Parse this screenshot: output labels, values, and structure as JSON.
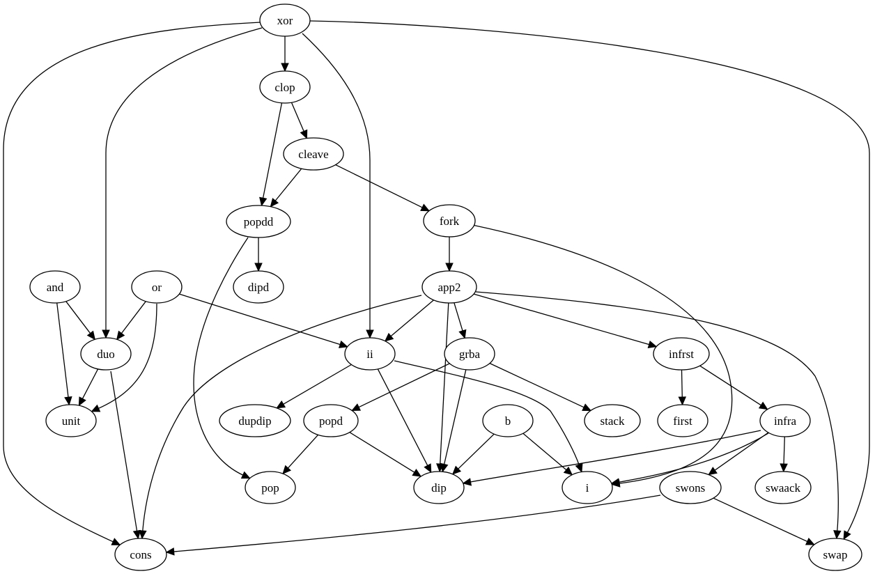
{
  "nodes": [
    {
      "id": "xor",
      "label": "xor"
    },
    {
      "id": "clop",
      "label": "clop"
    },
    {
      "id": "cleave",
      "label": "cleave"
    },
    {
      "id": "popdd",
      "label": "popdd"
    },
    {
      "id": "fork",
      "label": "fork"
    },
    {
      "id": "and",
      "label": "and"
    },
    {
      "id": "or",
      "label": "or"
    },
    {
      "id": "dipd",
      "label": "dipd"
    },
    {
      "id": "app2",
      "label": "app2"
    },
    {
      "id": "duo",
      "label": "duo"
    },
    {
      "id": "ii",
      "label": "ii"
    },
    {
      "id": "grba",
      "label": "grba"
    },
    {
      "id": "infrst",
      "label": "infrst"
    },
    {
      "id": "unit",
      "label": "unit"
    },
    {
      "id": "dupdip",
      "label": "dupdip"
    },
    {
      "id": "popd",
      "label": "popd"
    },
    {
      "id": "b",
      "label": "b"
    },
    {
      "id": "stack",
      "label": "stack"
    },
    {
      "id": "first",
      "label": "first"
    },
    {
      "id": "infra",
      "label": "infra"
    },
    {
      "id": "pop",
      "label": "pop"
    },
    {
      "id": "dip",
      "label": "dip"
    },
    {
      "id": "i",
      "label": "i"
    },
    {
      "id": "swons",
      "label": "swons"
    },
    {
      "id": "swaack",
      "label": "swaack"
    },
    {
      "id": "cons",
      "label": "cons"
    },
    {
      "id": "swap",
      "label": "swap"
    }
  ],
  "edges": [
    {
      "from": "xor",
      "to": "clop"
    },
    {
      "from": "xor",
      "to": "cons"
    },
    {
      "from": "xor",
      "to": "duo"
    },
    {
      "from": "xor",
      "to": "ii"
    },
    {
      "from": "xor",
      "to": "swap"
    },
    {
      "from": "clop",
      "to": "cleave"
    },
    {
      "from": "clop",
      "to": "popdd"
    },
    {
      "from": "cleave",
      "to": "popdd"
    },
    {
      "from": "cleave",
      "to": "fork"
    },
    {
      "from": "popdd",
      "to": "dipd"
    },
    {
      "from": "popdd",
      "to": "pop"
    },
    {
      "from": "fork",
      "to": "app2"
    },
    {
      "from": "fork",
      "to": "i"
    },
    {
      "from": "and",
      "to": "duo"
    },
    {
      "from": "and",
      "to": "unit"
    },
    {
      "from": "or",
      "to": "duo"
    },
    {
      "from": "or",
      "to": "unit"
    },
    {
      "from": "or",
      "to": "ii"
    },
    {
      "from": "app2",
      "to": "cons"
    },
    {
      "from": "app2",
      "to": "ii"
    },
    {
      "from": "app2",
      "to": "dip"
    },
    {
      "from": "app2",
      "to": "grba"
    },
    {
      "from": "app2",
      "to": "infrst"
    },
    {
      "from": "app2",
      "to": "swap"
    },
    {
      "from": "duo",
      "to": "unit"
    },
    {
      "from": "duo",
      "to": "cons"
    },
    {
      "from": "ii",
      "to": "dupdip"
    },
    {
      "from": "ii",
      "to": "dip"
    },
    {
      "from": "ii",
      "to": "i"
    },
    {
      "from": "grba",
      "to": "popd"
    },
    {
      "from": "grba",
      "to": "dip"
    },
    {
      "from": "grba",
      "to": "stack"
    },
    {
      "from": "infrst",
      "to": "first"
    },
    {
      "from": "infrst",
      "to": "infra"
    },
    {
      "from": "popd",
      "to": "pop"
    },
    {
      "from": "popd",
      "to": "dip"
    },
    {
      "from": "b",
      "to": "dip"
    },
    {
      "from": "b",
      "to": "i"
    },
    {
      "from": "infra",
      "to": "dip"
    },
    {
      "from": "infra",
      "to": "i"
    },
    {
      "from": "infra",
      "to": "swons"
    },
    {
      "from": "infra",
      "to": "swaack"
    },
    {
      "from": "swons",
      "to": "cons"
    },
    {
      "from": "swons",
      "to": "swap"
    }
  ]
}
